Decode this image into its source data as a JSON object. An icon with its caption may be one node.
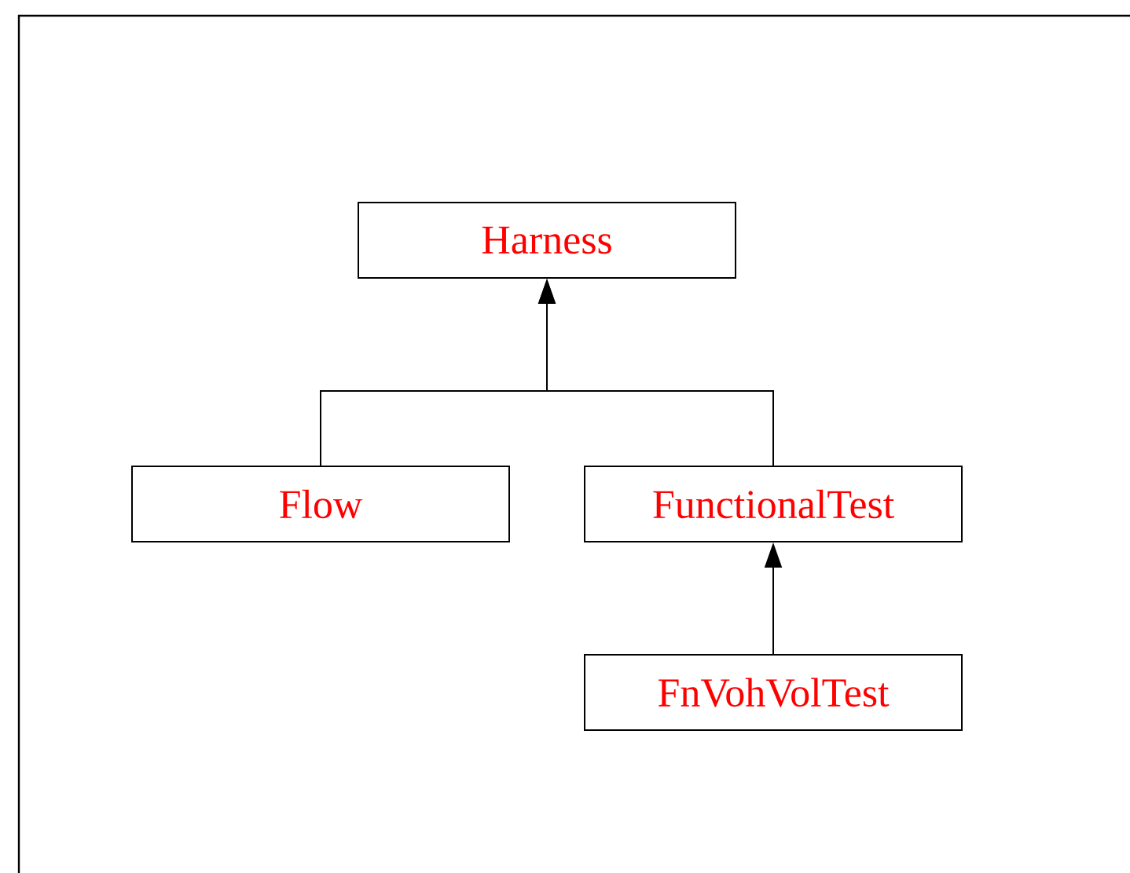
{
  "diagram": {
    "nodes": [
      {
        "text": [
          "Harness"
        ]
      },
      {
        "text": [
          "Flow"
        ]
      },
      {
        "text": [
          "FunctionalTest"
        ]
      },
      {
        "text": [
          "FnVohVolTest"
        ]
      }
    ],
    "edges": [
      {
        "from": 1,
        "to": 0,
        "arrow": "to"
      },
      {
        "from": 2,
        "to": 0,
        "arrow": "to"
      },
      {
        "from": 3,
        "to": 2,
        "arrow": "to"
      }
    ]
  }
}
